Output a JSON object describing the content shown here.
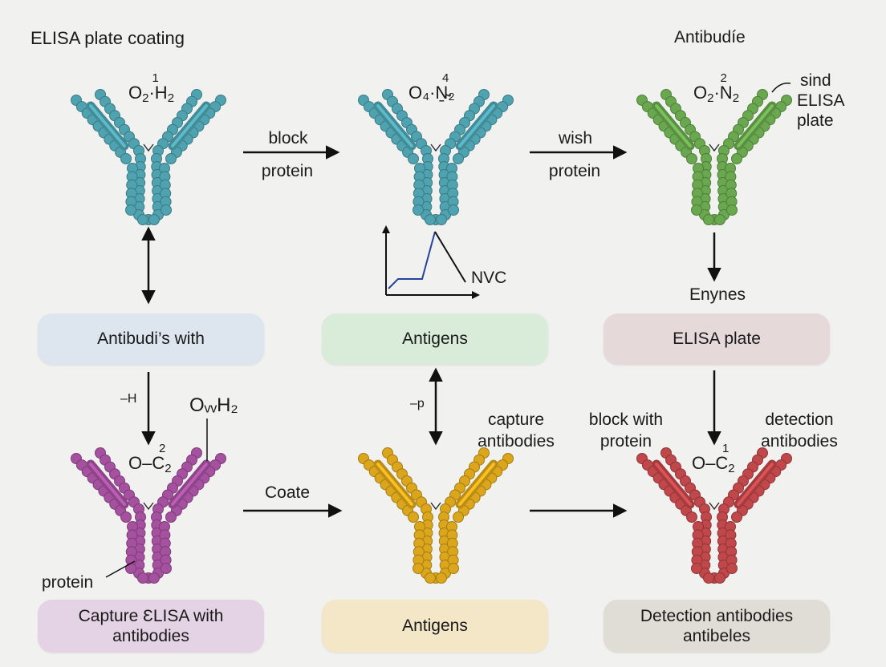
{
  "title_left": "ELISA plate coating",
  "title_right": "Antibudíe",
  "formulas": {
    "top_left": {
      "main": "O",
      "sub1": "2",
      "mid": "·H",
      "sub2": "2",
      "sup": "1"
    },
    "top_mid": {
      "text": "O₄·Ṉ̴₂",
      "sup": "4"
    },
    "top_right": {
      "main": "O",
      "sub1": "2",
      "mid": "·N",
      "sub2": "2",
      "sup": "2"
    },
    "bottom_left_a": "OᵥᵥH₂",
    "bottom_left_b": {
      "text": "O–C",
      "sub": "2",
      "sup": "2"
    },
    "bottom_right": {
      "text": "O–C",
      "sub": "2",
      "sup": "1"
    }
  },
  "labels": {
    "block_protein_1": "block",
    "block_protein_2": "protein",
    "wish_1": "wish",
    "wish_2": "protein",
    "sind": [
      "sind",
      "ELISA",
      "plate"
    ],
    "nvc": "NVC",
    "enynes": "Enynes",
    "h_label": "–H",
    "p_label": "–p",
    "coate": "Coate",
    "capture_antibodies": [
      "capture",
      "antibodies"
    ],
    "block_with_protein": [
      "block with",
      "protein"
    ],
    "detection_antibodies": [
      "detection",
      "antibodies"
    ],
    "protein": "protein"
  },
  "boxes": {
    "mid_left": {
      "text": "Antibudi’s with",
      "color": "#dde5ef"
    },
    "mid_center": {
      "text": "Antigens",
      "color": "#d9ecda"
    },
    "mid_right": {
      "text": "ELISA plate",
      "color": "#e6d9d9"
    },
    "bot_left": {
      "line1": "Capture ƐLISA with",
      "line2": "antibodies",
      "color": "#e4d3e5"
    },
    "bot_center": {
      "text": "Antigens",
      "color": "#f3e7c7"
    },
    "bot_right": {
      "line1": "Detection antibodies",
      "line2": "antibeles",
      "color": "#e0dcd6"
    }
  },
  "colors": {
    "teal": "#4fa3b0",
    "green": "#6aa84f",
    "purple": "#a5519f",
    "yellow": "#dba61c",
    "red": "#c0474a",
    "plot_line": "#24449a"
  }
}
